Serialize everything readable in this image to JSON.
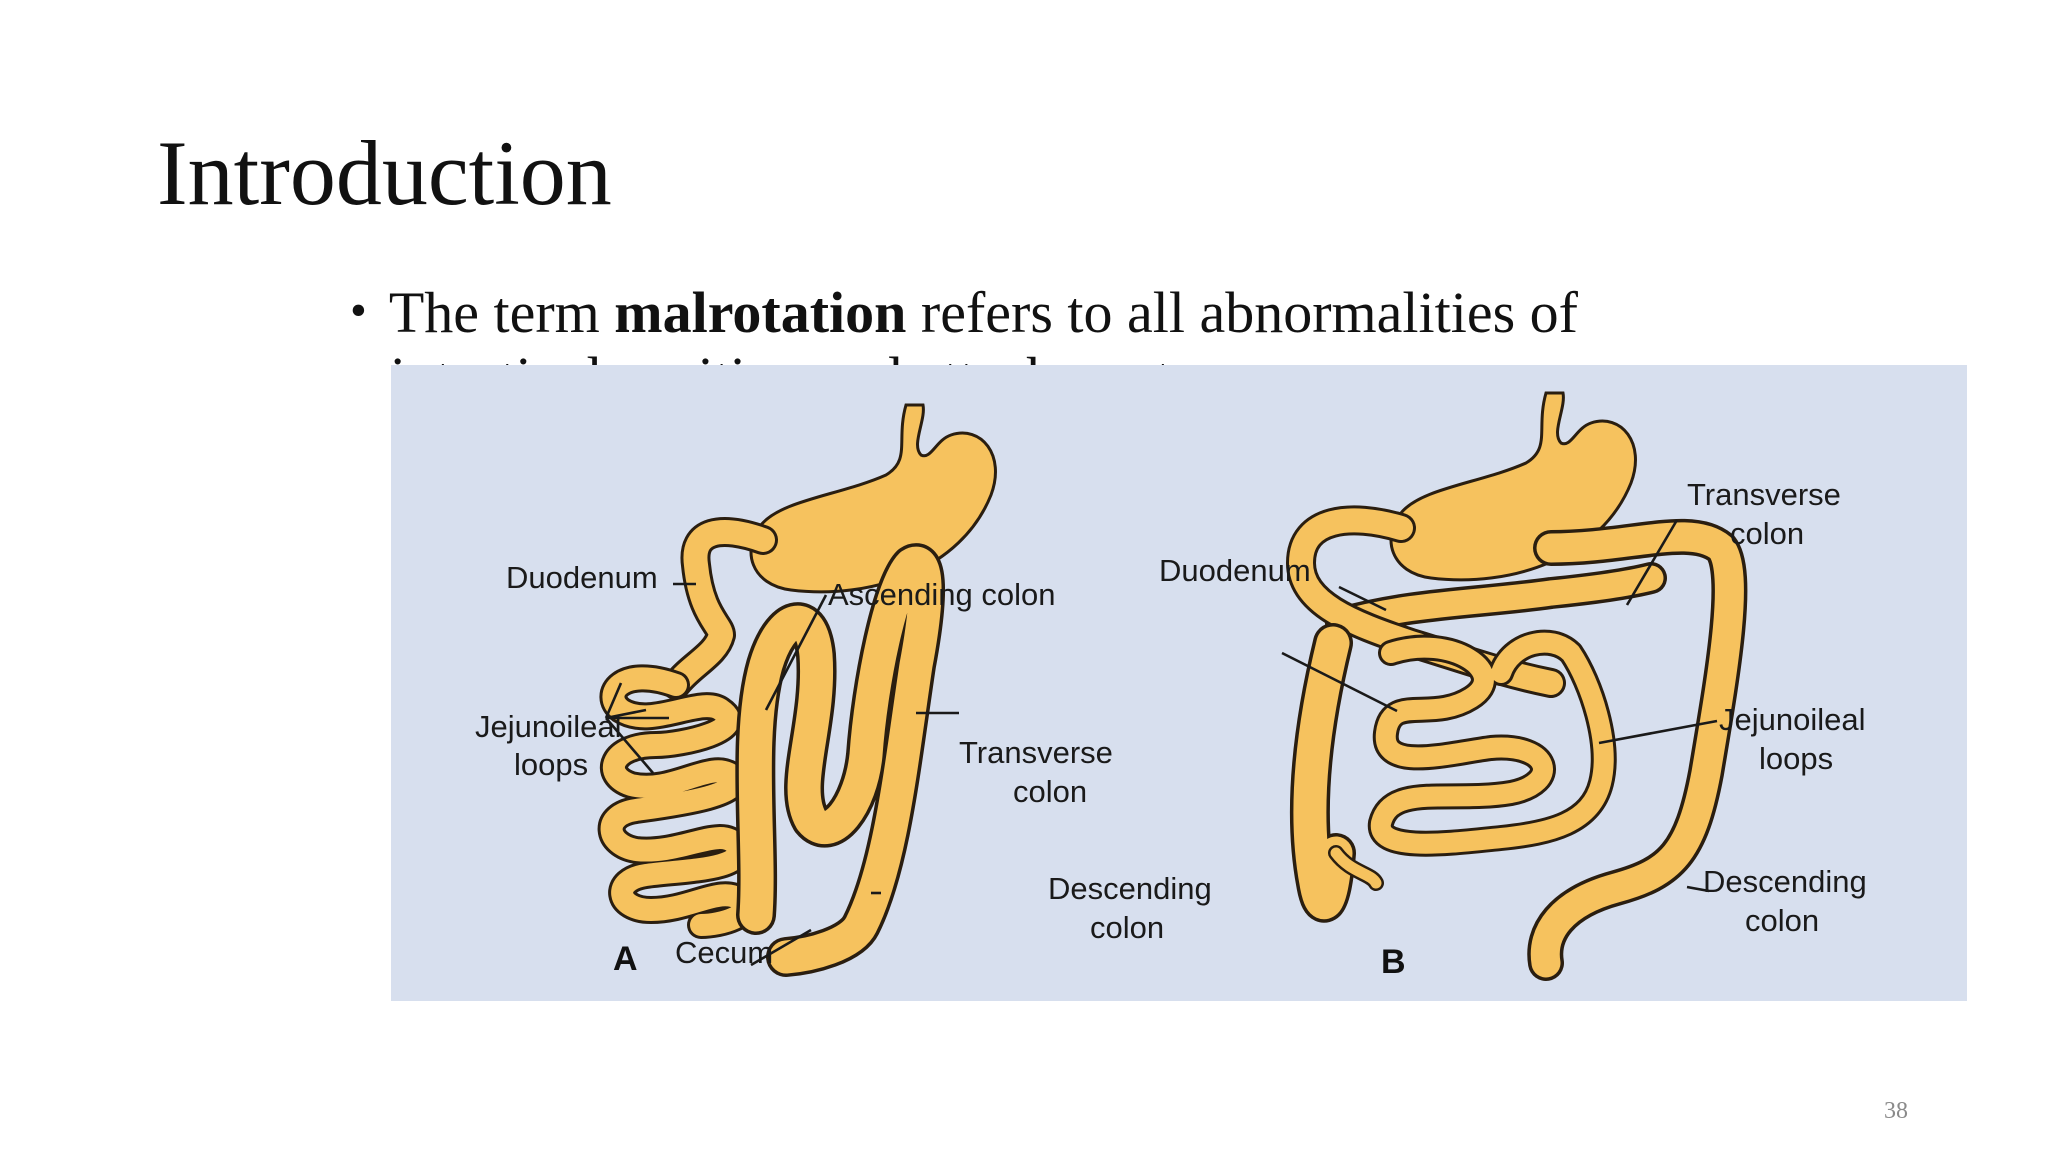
{
  "slide": {
    "title": "Introduction",
    "bullet": {
      "prefix": "The term ",
      "bold": "malrotation",
      "suffix": " refers to all abnormalities of",
      "line2_partial": "intestinal position and attachment"
    },
    "page_number": "38"
  },
  "figure": {
    "panel_a": {
      "letter": "A",
      "labels": {
        "duodenum": "Duodenum",
        "jejunoileal_1": "Jejunoileal",
        "jejunoileal_2": "loops",
        "ascending": "Ascending colon",
        "transverse_1": "Transverse",
        "transverse_2": "colon",
        "descending_1": "Descending",
        "descending_2": "colon",
        "cecum": "Cecum"
      }
    },
    "panel_b": {
      "letter": "B",
      "labels": {
        "transverse_1": "Transverse",
        "transverse_2": "colon",
        "duodenum": "Duodenum",
        "jejunoileal_1": "Jejunoileal",
        "jejunoileal_2": "loops",
        "descending_1": "Descending",
        "descending_2": "colon"
      }
    },
    "colors": {
      "background": "#d7dfee",
      "organ_fill": "#f6c25e",
      "organ_outline": "#2a1e10"
    }
  }
}
